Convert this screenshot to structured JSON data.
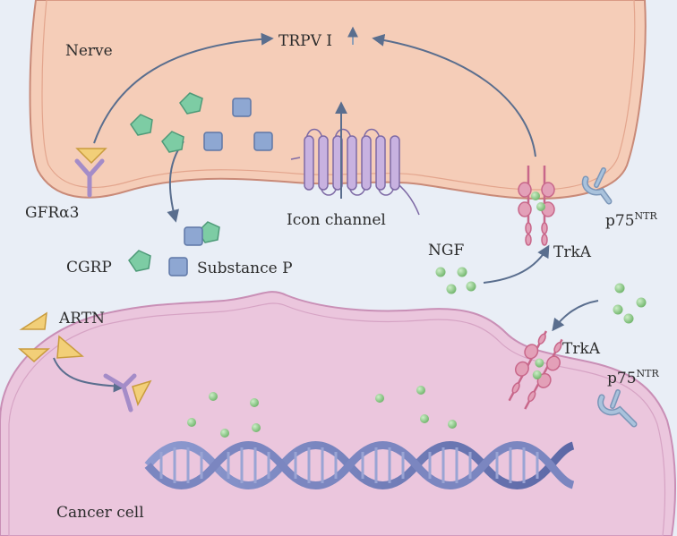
{
  "labels": {
    "nerve": "Nerve",
    "trpv": "TRPV I",
    "gfra3": "GFRα3",
    "icon_channel": "Icon channel",
    "ngf": "NGF",
    "trka_top": "TrkA",
    "p75_top": "p75",
    "p75_top_sup": "NTR",
    "cgrp": "CGRP",
    "substance_p": "Substance P",
    "artn": "ARTN",
    "trka_bottom": "TrkA",
    "p75_bottom": "p75",
    "p75_bottom_sup": "NTR",
    "cancer_cell": "Cancer cell"
  },
  "colors": {
    "background": "#e9eef6",
    "nerve_fill": "#f5cdb8",
    "nerve_edge": "#c98a78",
    "cancer_fill": "#ebc6dd",
    "cancer_edge": "#c98fb6",
    "cgrp_green": "#7dcca4",
    "substance_p_blue": "#8ea7d2",
    "ngf_green": "#8fca87",
    "artn_yellow": "#f2cf78",
    "receptor_purple": "#b59ad0",
    "trka_pink": "#d98aa6",
    "p75_blue": "#a9c2dc",
    "dna_blue": "#6d79b4",
    "arrow": "#5a6e8e"
  }
}
